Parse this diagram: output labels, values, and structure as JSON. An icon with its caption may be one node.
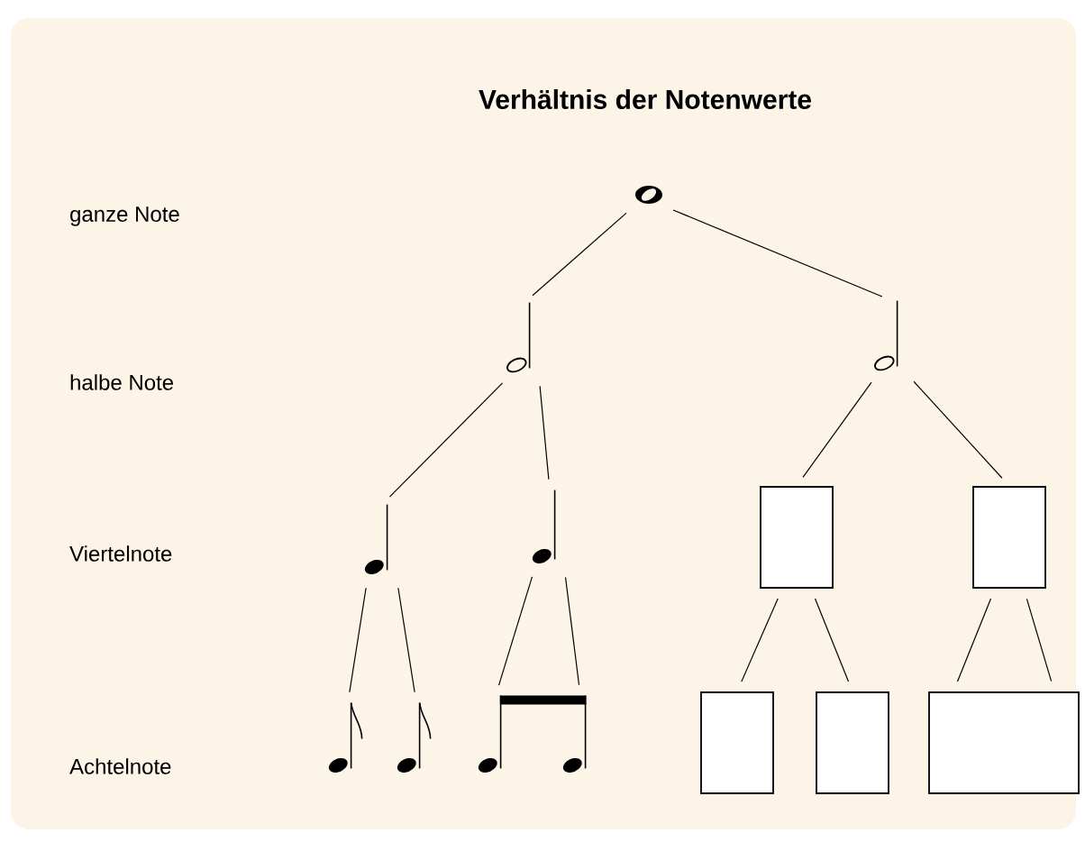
{
  "diagram": {
    "title": "Verhältnis der Notenwerte",
    "nodes": [
      {
        "text": [],
        "shape": "picture"
      },
      {
        "text": [],
        "shape": "picture"
      },
      {
        "text": [],
        "shape": "picture"
      },
      {
        "text": [],
        "shape": "picture"
      },
      {
        "text": [],
        "shape": "picture"
      },
      {
        "text": [],
        "shape": "box"
      },
      {
        "text": [],
        "shape": "box"
      },
      {
        "text": [],
        "shape": "picture"
      },
      {
        "text": [],
        "shape": "picture"
      },
      {
        "text": [],
        "shape": "picture"
      },
      {
        "text": [],
        "shape": "picture"
      },
      {
        "text": [],
        "shape": "box"
      },
      {
        "text": [],
        "shape": "box"
      },
      {
        "text": [],
        "shape": "box"
      }
    ],
    "edges": [
      {
        "from": 0,
        "to": 1,
        "arrow": "none"
      },
      {
        "from": 0,
        "to": 2,
        "arrow": "none"
      },
      {
        "from": 1,
        "to": 3,
        "arrow": "none"
      },
      {
        "from": 1,
        "to": 4,
        "arrow": "none"
      },
      {
        "from": 2,
        "to": 5,
        "arrow": "none"
      },
      {
        "from": 2,
        "to": 6,
        "arrow": "none"
      },
      {
        "from": 3,
        "to": 7,
        "arrow": "none"
      },
      {
        "from": 3,
        "to": 8,
        "arrow": "none"
      },
      {
        "from": 4,
        "to": 9,
        "arrow": "none"
      },
      {
        "from": 4,
        "to": 10,
        "arrow": "none"
      },
      {
        "from": 5,
        "to": 11,
        "arrow": "none"
      },
      {
        "from": 5,
        "to": 12,
        "arrow": "none"
      },
      {
        "from": 6,
        "to": 13,
        "arrow": "none"
      },
      {
        "from": 6,
        "to": 13,
        "arrow": "none"
      }
    ],
    "labels": [
      "ganze Note",
      "halbe Note",
      "Viertelnote",
      "Achtelnote"
    ]
  }
}
